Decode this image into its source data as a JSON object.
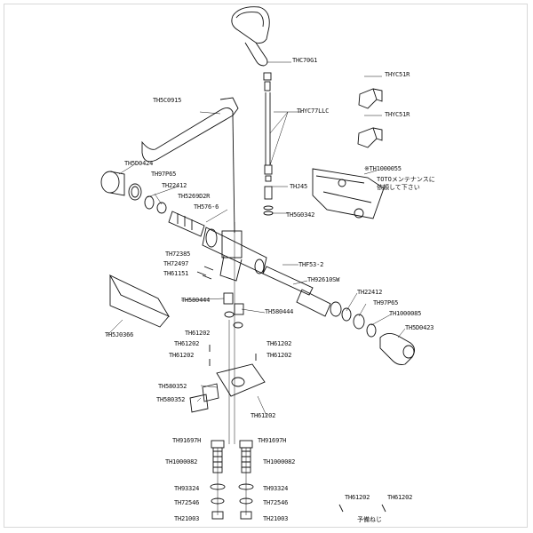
{
  "parts": {
    "handshower": "THC70G1",
    "hose": "THYC77LLC",
    "holder_a": "THYC51R",
    "holder_b": "THYC51R",
    "spout": "TH5C0915",
    "remote_unit": "※TH1000055",
    "joint": "THJ45",
    "hose_nut": "TH5G0342",
    "left_cap": "TH5D0424",
    "left_packing": "TH97P65",
    "left_ring": "TH22412",
    "left_cartridge": "TH5269D2R",
    "spout_valve": "TH576-6",
    "screw_1": "TH72385",
    "screw_2": "TH72497",
    "screw_3": "TH61151",
    "cover_panel": "TH5J0366",
    "ring_left": "TH580444",
    "ring_right": "TH580444",
    "small_screw_1": "TH61202",
    "small_screw_2": "TH61202",
    "small_screw_3": "TH61202",
    "small_screw_4": "TH61202",
    "small_screw_5": "TH61202",
    "small_screw_6": "TH61202",
    "check_valve_1": "TH580352",
    "check_valve_2": "TH580352",
    "thermo_unit": "THF53-2",
    "thermo_cartridge": "TH92610SW",
    "right_ring": "TH22412",
    "right_packing": "TH97P65",
    "right_disc": "TH1000085",
    "right_handle": "TH5D0423",
    "washer_l": "TH91697H",
    "washer_r": "TH91697H",
    "leg_l": "TH1000082",
    "leg_r": "TH1000082",
    "gasket_l": "TH93324",
    "gasket_r": "TH93324",
    "packing_l": "TH72546",
    "packing_r": "TH72546",
    "nut_l": "TH21003",
    "nut_r": "TH21003",
    "spare_1": "TH61202",
    "spare_2": "TH61202"
  },
  "notes": {
    "maintenance_line1": "TOTOメンテナンスに",
    "maintenance_line2": "依頼して下さい",
    "spare_screw": "予備ねじ"
  }
}
